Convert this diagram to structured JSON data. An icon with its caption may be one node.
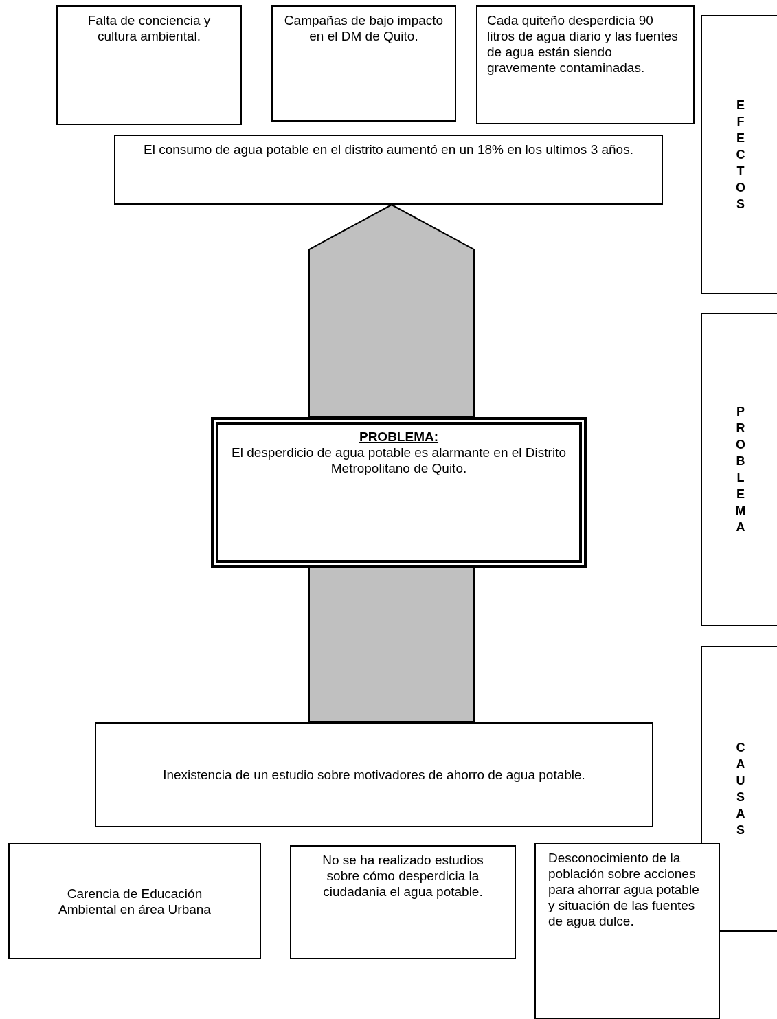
{
  "diagram": {
    "nodes": [
      {
        "text": [
          "Falta de conciencia y cultura ambiental."
        ]
      },
      {
        "text": [
          "Campañas de bajo impacto en el DM de Quito."
        ]
      },
      {
        "text": [
          "Cada quiteño desperdicia 90 litros de agua diario y las fuentes de agua están siendo gravemente contaminadas."
        ]
      },
      {
        "text": [
          "El consumo de agua potable en el distrito aumentó en un 18% en los ultimos 3 años."
        ]
      },
      {
        "text": [
          "PROBLEMA:",
          "El desperdicio de agua potable es alarmante en el Distrito Metropolitano de Quito."
        ]
      },
      {
        "text": [
          "Inexistencia de un estudio sobre motivadores de ahorro de agua potable."
        ]
      },
      {
        "text": [
          "Carencia de Educación Ambiental en área Urbana"
        ]
      },
      {
        "text": [
          "No se ha realizado estudios sobre cómo desperdicia la ciudadania el agua potable."
        ]
      },
      {
        "text": [
          "Desconocimiento de la población sobre acciones para ahorrar agua potable y situación de las fuentes de agua dulce."
        ]
      },
      {
        "text": [
          "EFECTOS"
        ]
      },
      {
        "text": [
          "PROBLEMA"
        ]
      },
      {
        "text": [
          "CAUSAS"
        ]
      }
    ],
    "edges": [
      {
        "from": 4,
        "to": 3,
        "arrow": "to",
        "style": "thick"
      },
      {
        "from": 5,
        "to": 4,
        "arrow": "none",
        "style": "thick"
      }
    ]
  }
}
